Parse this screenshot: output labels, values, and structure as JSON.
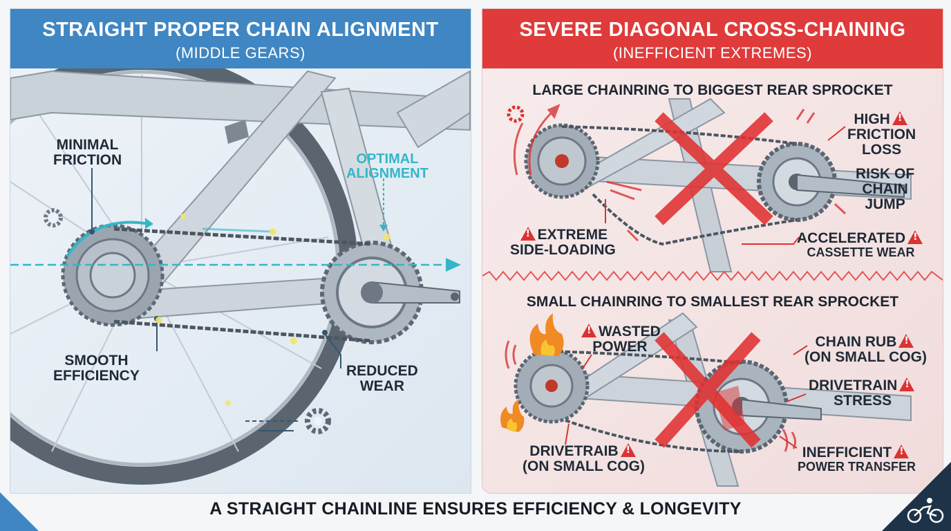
{
  "left": {
    "title": "STRAIGHT PROPER CHAIN ALIGNMENT",
    "subtitle": "(MIDDLE GEARS)",
    "labels": {
      "minimal_friction_1": "MINIMAL",
      "minimal_friction_2": "FRICTION",
      "optimal_1": "OPTIMAL",
      "optimal_2": "ALIGNMENT",
      "smooth_1": "SMOOTH",
      "smooth_2": "EFFICIENCY",
      "reduced_1": "REDUCED",
      "reduced_2": "WEAR"
    }
  },
  "right": {
    "title": "SEVERE DIAGONAL CROSS-CHAINING",
    "subtitle": "(INEFFICIENT EXTREMES)",
    "top": {
      "heading": "LARGE CHAINRING TO BIGGEST REAR SPROCKET",
      "high_1": "HIGH",
      "high_2": "FRICTION",
      "high_3": "LOSS",
      "risk_1": "RISK OF",
      "risk_2": "CHAIN",
      "risk_3": "JUMP",
      "extreme_1": "EXTREME",
      "extreme_2": "SIDE-LOADING",
      "accel_1": "ACCELERATED",
      "accel_2": "CASSETTE WEAR"
    },
    "bottom": {
      "heading": "SMALL CHAINRING TO SMALLEST REAR SPROCKET",
      "wasted_1": "WASTED",
      "wasted_2": "POWER",
      "rub_1": "CHAIN RUB",
      "rub_2": "(ON SMALL COG)",
      "stress_1": "DRIVETRAIN",
      "stress_2": "STRESS",
      "drivetraib_1": "DRIVETRAIB",
      "drivetraib_2": "(ON SMALL COG)",
      "ineff_1": "INEFFICIENT",
      "ineff_2": "POWER TRANSFER"
    }
  },
  "footer": "A STRAIGHT CHAINLINE ENSURES EFFICIENCY & LONGEVITY",
  "colors": {
    "good_blue": "#3f86c3",
    "bad_red": "#df3b3b",
    "accent_teal": "#34b6c9",
    "frame_gray": "#c4ccd4"
  },
  "icons": [
    "gear-icon",
    "warning-icon",
    "flame-icon",
    "cross-mark-icon",
    "cyclist-icon"
  ]
}
